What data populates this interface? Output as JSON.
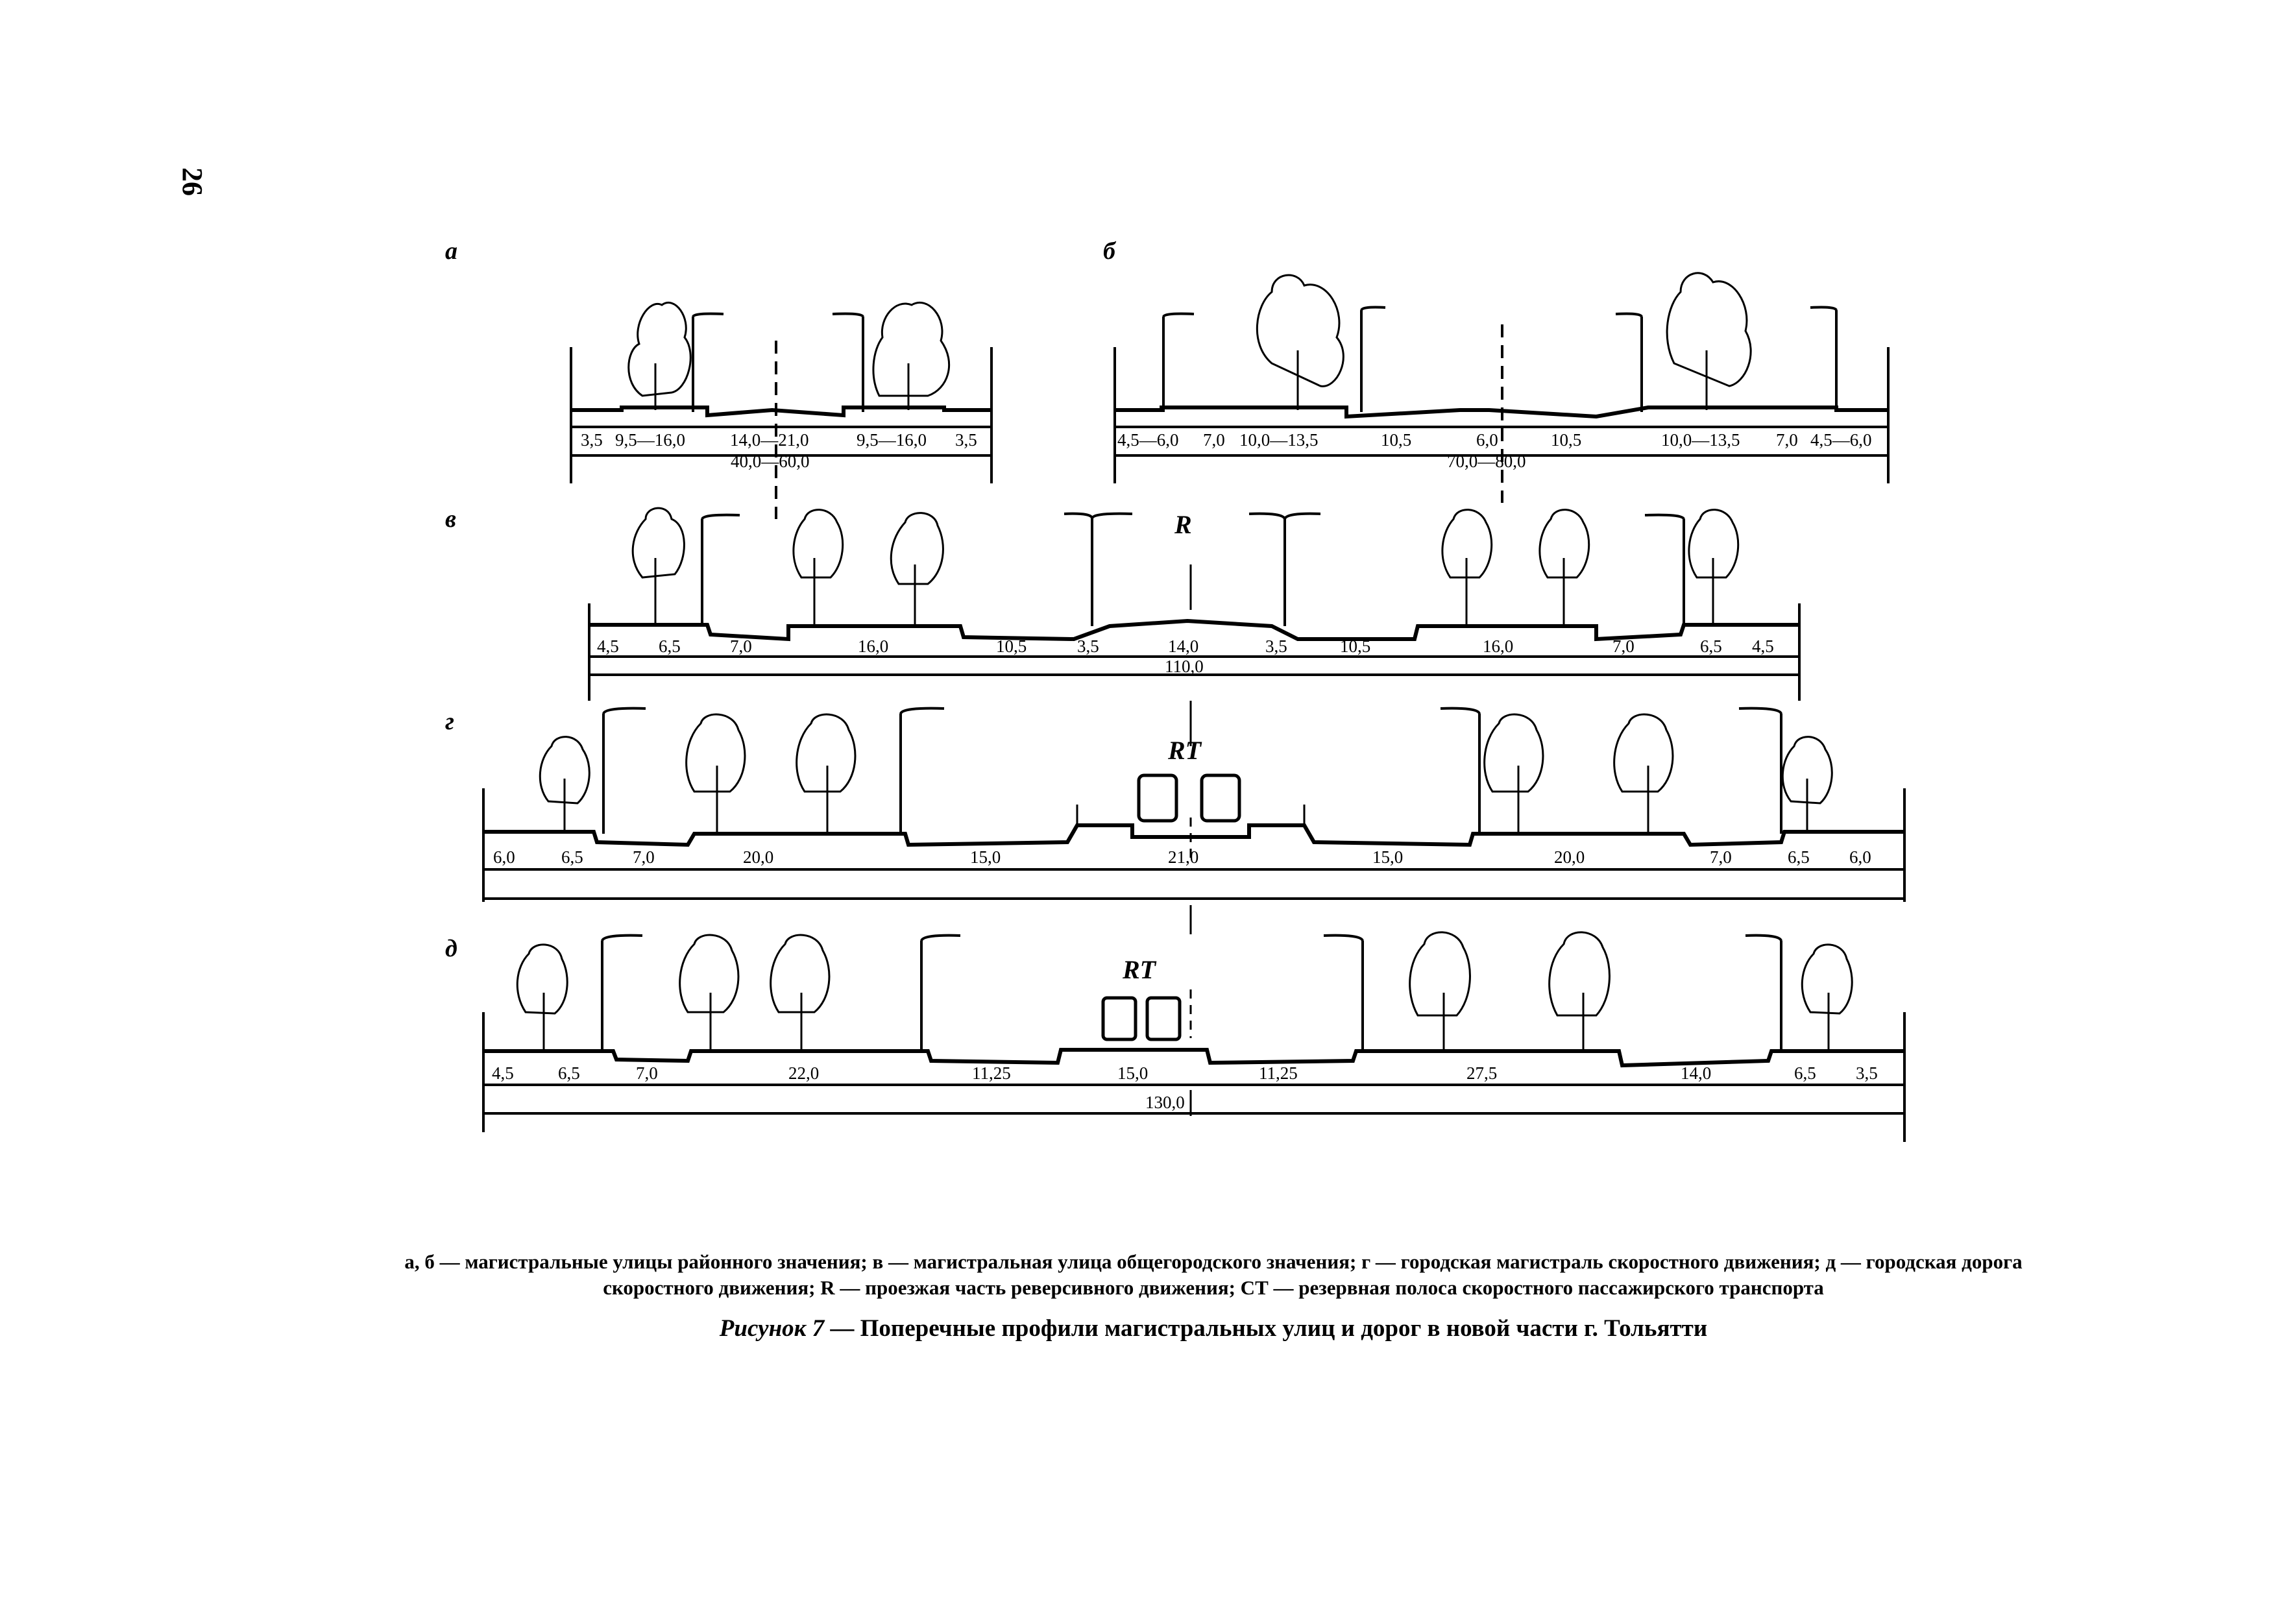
{
  "page_number": "26",
  "panels": [
    {
      "id": "a",
      "label": "а",
      "dims": [
        "3,5",
        "9,5—16,0",
        "14,0—21,0",
        "9,5—16,0",
        "3,5"
      ],
      "total": "40,0—60,0"
    },
    {
      "id": "b",
      "label": "б",
      "dims": [
        "4,5—6,0",
        "7,0",
        "10,0—13,5",
        "10,5",
        "6,0",
        "10,5",
        "10,0—13,5",
        "7,0",
        "4,5—6,0"
      ],
      "total": "70,0—80,0"
    },
    {
      "id": "v",
      "label": "в",
      "mark": "R",
      "dims": [
        "4,5",
        "6,5",
        "7,0",
        "16,0",
        "10,5",
        "3,5",
        "14,0",
        "3,5",
        "10,5",
        "16,0",
        "7,0",
        "6,5",
        "4,5"
      ],
      "total": "110,0"
    },
    {
      "id": "g",
      "label": "г",
      "mark": "RT",
      "dims": [
        "6,0",
        "6,5",
        "7,0",
        "20,0",
        "15,0",
        "21,0",
        "15,0",
        "20,0",
        "7,0",
        "6,5",
        "6,0"
      ],
      "total": ""
    },
    {
      "id": "d",
      "label": "д",
      "mark": "RT",
      "dims": [
        "4,5",
        "6,5",
        "7,0",
        "22,0",
        "11,25",
        "15,0",
        "11,25",
        "27,5",
        "14,0",
        "6,5",
        "3,5"
      ],
      "total": "130,0"
    }
  ],
  "caption": {
    "line1": "а, б — магистральные улицы районного значения; в — магистральная улица общегородского значения; г — городская магистраль скоростного движения; д — городская дорога",
    "line2": "скоростного движения; R — проезжая часть реверсивного движения; СТ — резервная полоса скоростного пассажирского транспорта"
  },
  "figure_title": {
    "lead": "Рисунок 7",
    "text": " — Поперечные профили магистральных улиц и дорог в новой части г. Тольятти"
  }
}
